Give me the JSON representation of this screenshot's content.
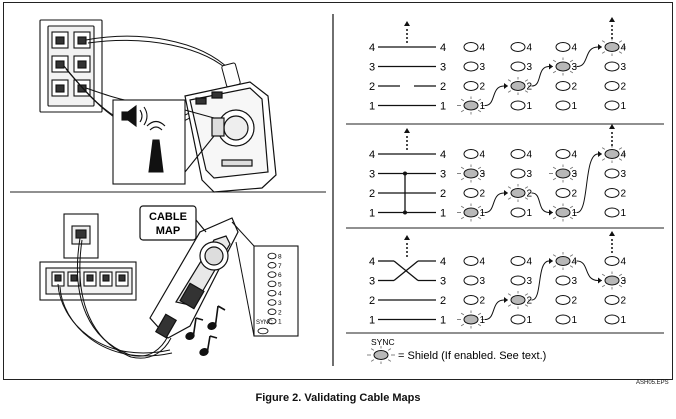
{
  "caption": "Figure 2. Validating Cable Maps",
  "sheet_code": "ASH05.EPS",
  "tester_label": {
    "line1": "CABLE",
    "line2": "MAP"
  },
  "remote_leds": {
    "numbers": [
      "8",
      "7",
      "6",
      "5",
      "4",
      "3",
      "2",
      "1"
    ],
    "sync": "SYNC"
  },
  "wire_numbers": [
    "4",
    "3",
    "2",
    "1"
  ],
  "panels": [
    {
      "name": "straight-through-open",
      "mode": "open"
    },
    {
      "name": "short",
      "mode": "short"
    },
    {
      "name": "crossed",
      "mode": "crossed"
    }
  ],
  "legend": {
    "title": "SYNC",
    "text": "= Shield (If enabled. See text.)"
  },
  "colors": {
    "led_lit": "#b8b8b8",
    "line": "#111111",
    "rays": "#777777"
  }
}
